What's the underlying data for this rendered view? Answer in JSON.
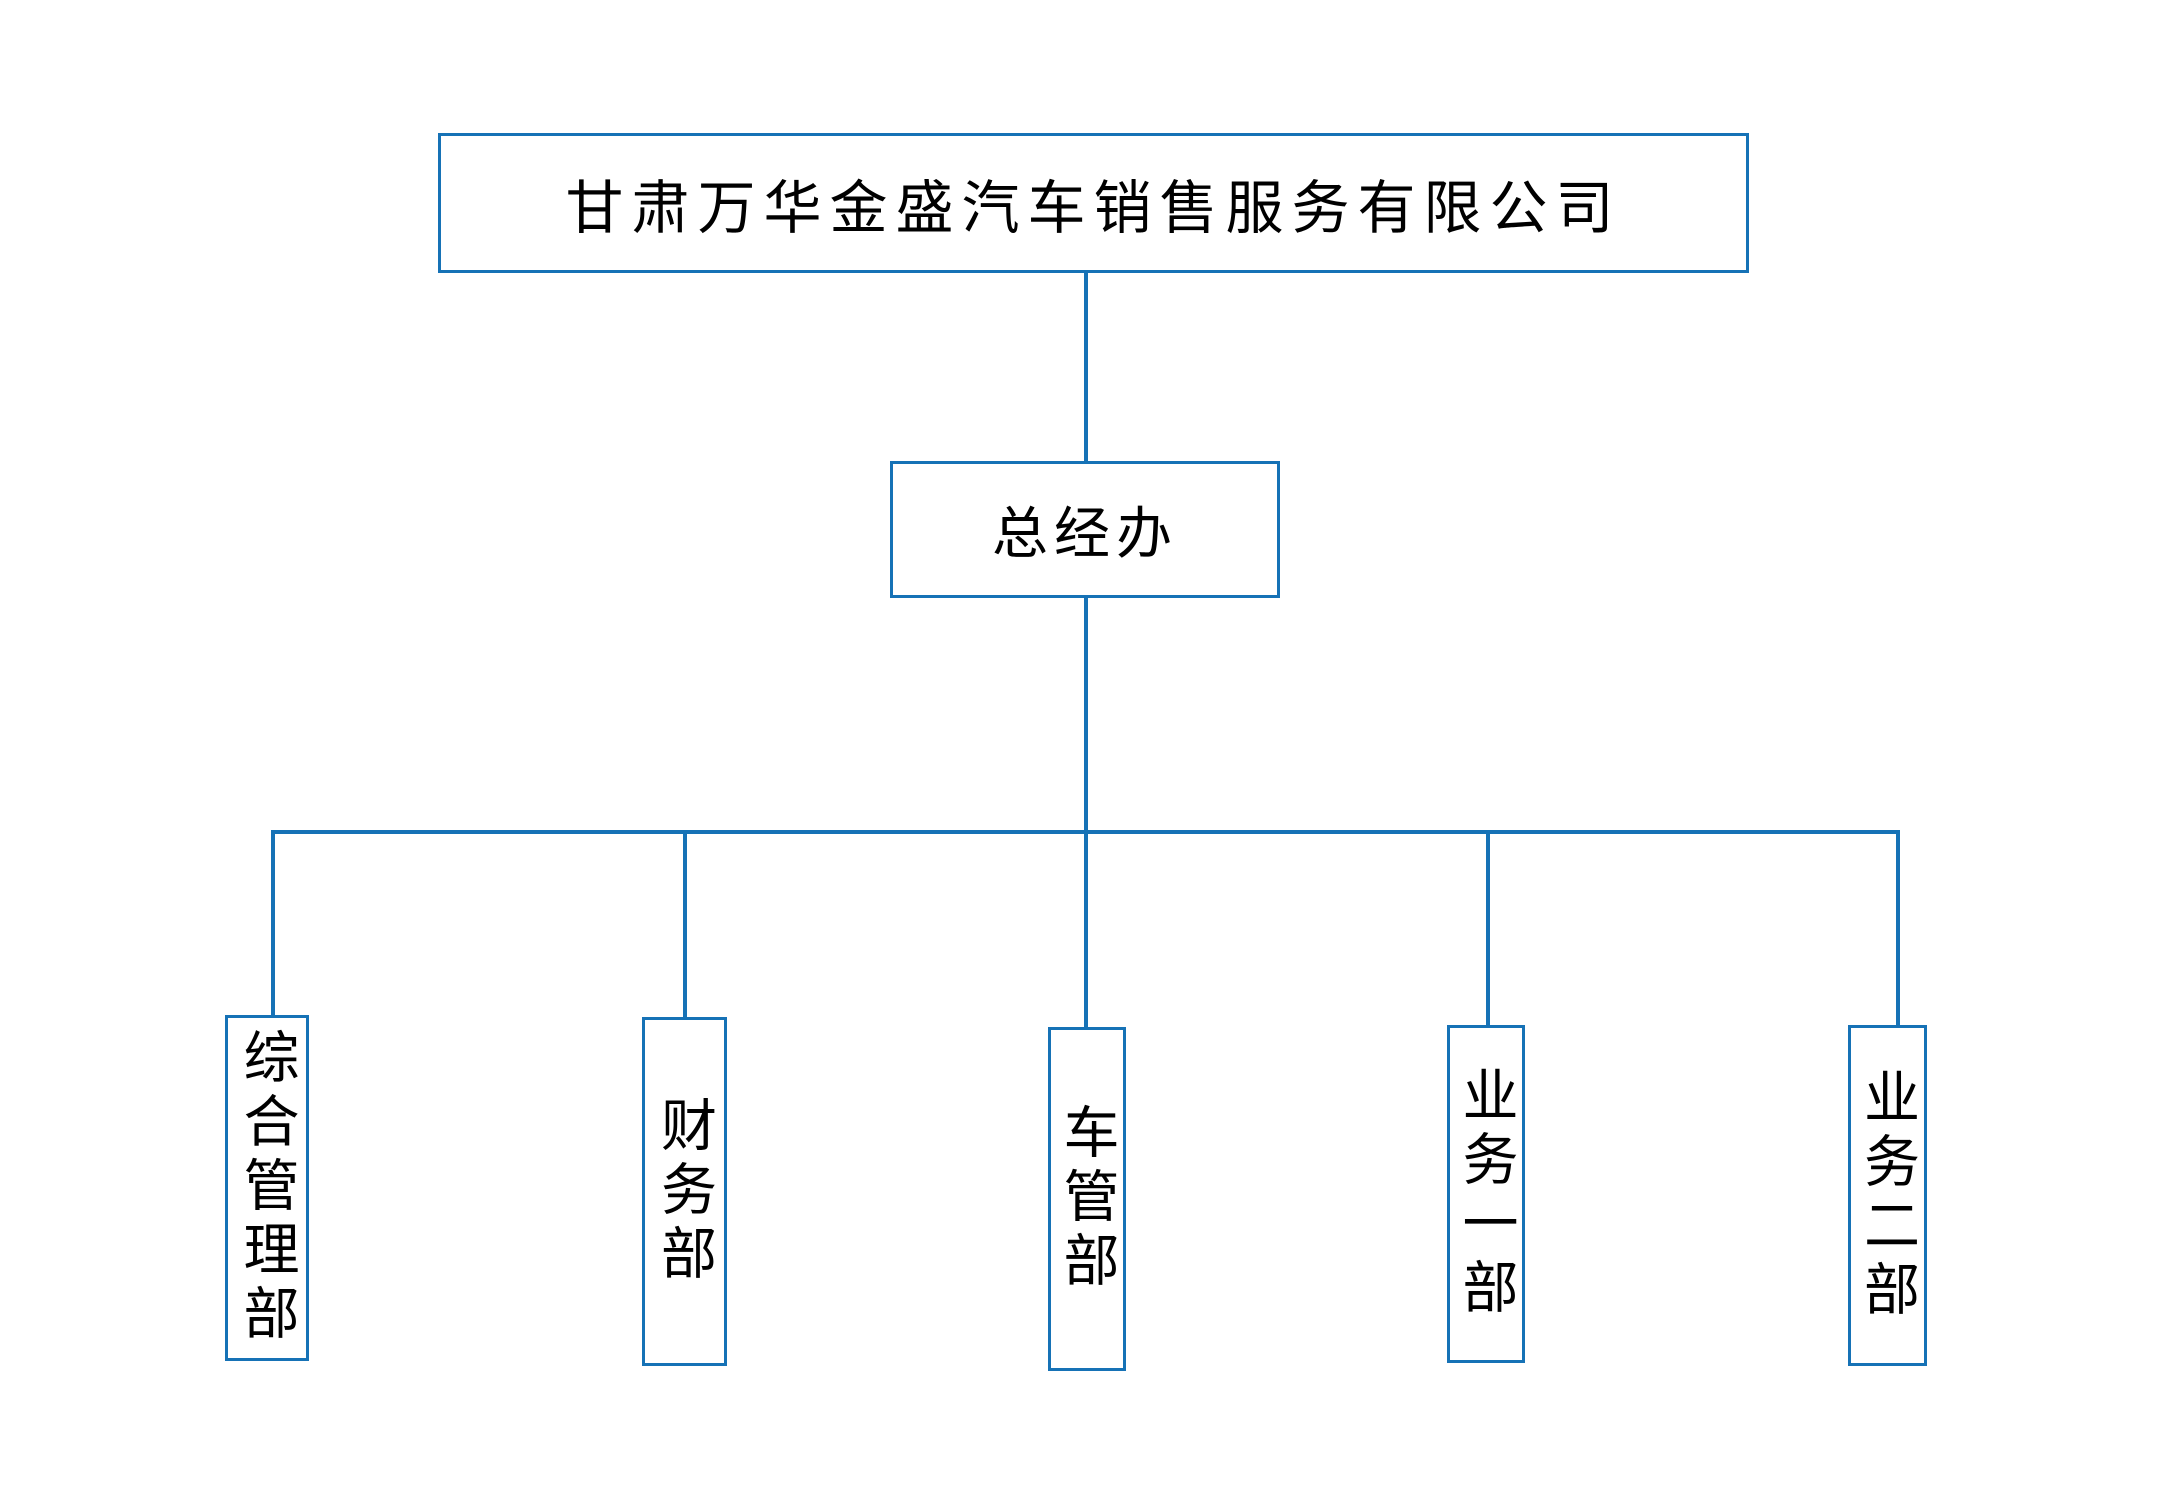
{
  "org": {
    "root": {
      "label": "甘肃万华金盛汽车销售服务有限公司"
    },
    "gm_office": {
      "label": "总经办"
    },
    "departments": [
      {
        "label": "综合管理部"
      },
      {
        "label": "财务部"
      },
      {
        "label": "车管部"
      },
      {
        "label": "业务一部"
      },
      {
        "label": "业务二部"
      }
    ],
    "colors": {
      "line": "#1672B6",
      "text": "#000000",
      "background": "#FFFFFF"
    }
  }
}
